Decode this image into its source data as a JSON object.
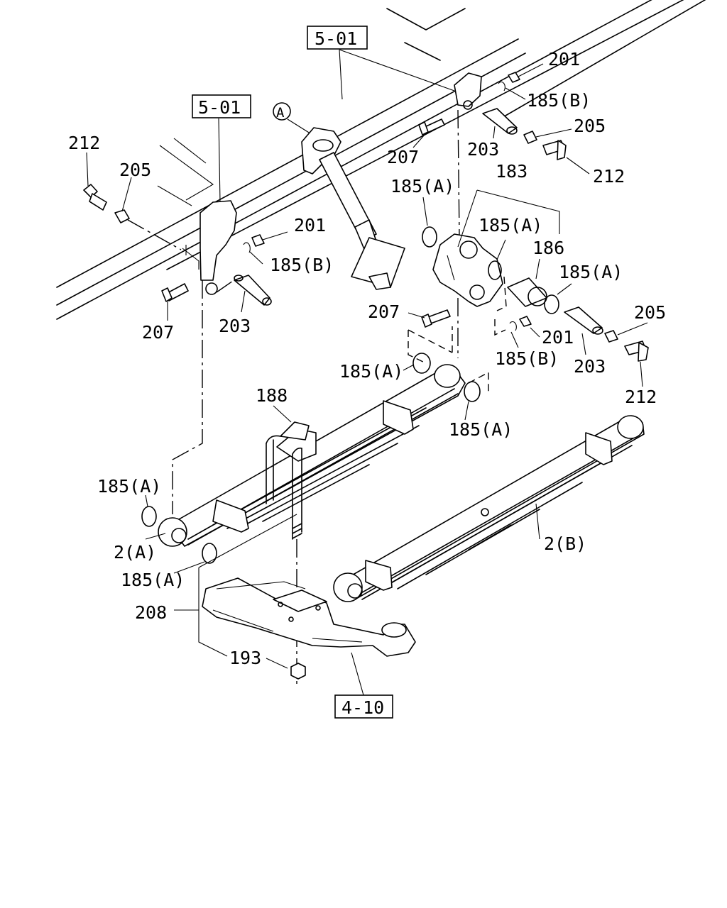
{
  "diagram": {
    "reference_boxes": [
      "5-01",
      "5-01",
      "4-10"
    ],
    "view_marker": "A",
    "callouts": {
      "c212_left": "212",
      "c205_left": "205",
      "c201_left": "201",
      "c185b_left": "185(B)",
      "c207_left": "207",
      "c203_left": "203",
      "c201_right": "201",
      "c185b_right": "185(B)",
      "c205_right": "205",
      "c207_right": "207",
      "c203_right": "203",
      "c212_right": "212",
      "c183": "183",
      "c185a_shackle_left": "185(A)",
      "c185a_shackle_mid": "185(A)",
      "c186": "186",
      "c185a_shackle_right": "185(A)",
      "c207_shackle": "207",
      "c205_shackle": "205",
      "c201_shackle": "201",
      "c185b_shackle": "185(B)",
      "c203_shackle": "203",
      "c212_shackle": "212",
      "c185a_spring_eye_left": "185(A)",
      "c185a_spring_eye_right": "185(A)",
      "c188": "188",
      "c185a_front": "185(A)",
      "c2a": "2(A)",
      "c185a_front_lower": "185(A)",
      "c2b": "2(B)",
      "c208": "208",
      "c193": "193"
    }
  }
}
